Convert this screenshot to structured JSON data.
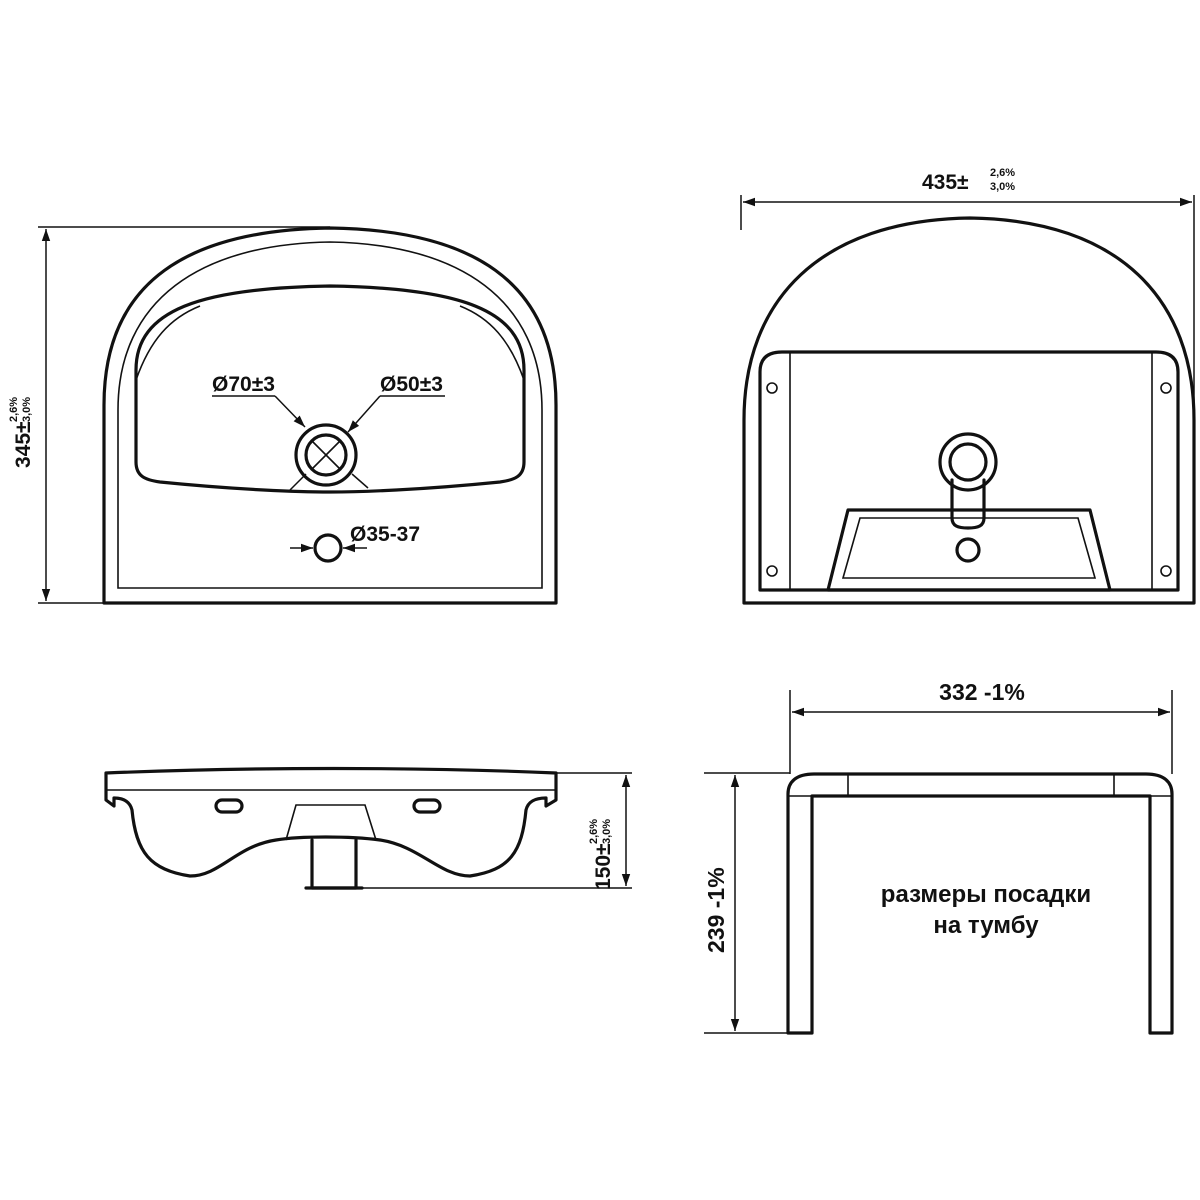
{
  "dimensions": {
    "hole_70": "Ø70±3",
    "hole_50": "Ø50±3",
    "hole_35": "Ø35-37",
    "depth_main": "345±",
    "depth_tol_upper": "2,6%",
    "depth_tol_lower": "3,0%",
    "width_main": "435±",
    "width_tol_upper": "2,6%",
    "width_tol_lower": "3,0%",
    "height_main": "150±",
    "height_tol_upper": "2,6%",
    "height_tol_lower": "3,0%",
    "cabinet_width": "332 -1%",
    "cabinet_depth": "239 -1%"
  },
  "note": {
    "line1": "размеры посадки",
    "line2": "на тумбу"
  }
}
